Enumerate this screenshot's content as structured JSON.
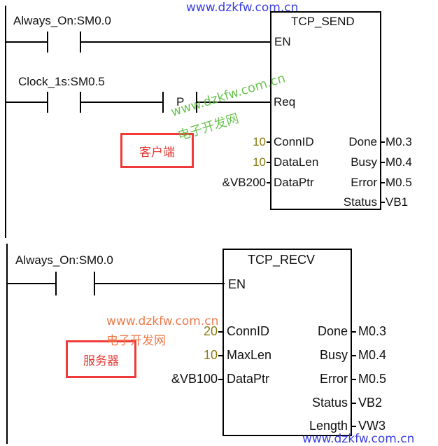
{
  "watermarks": {
    "url": "www.dzkfw.com.cn",
    "site_name": "电子开发网"
  },
  "network1": {
    "contact1_label": "Always_On:SM0.0",
    "contact2_label": "Clock_1s:SM0.5",
    "edge_contact": "P",
    "block": {
      "title": "TCP_SEND",
      "enable": "EN",
      "req": "Req",
      "inputs": [
        {
          "name": "ConnID",
          "value": "10"
        },
        {
          "name": "DataLen",
          "value": "10"
        },
        {
          "name": "DataPtr",
          "value": "&VB200"
        }
      ],
      "outputs": [
        {
          "name": "Done",
          "value": "M0.3"
        },
        {
          "name": "Busy",
          "value": "M0.4"
        },
        {
          "name": "Error",
          "value": "M0.5"
        },
        {
          "name": "Status",
          "value": "VB1"
        }
      ]
    },
    "annotation": "客户端"
  },
  "network2": {
    "contact1_label": "Always_On:SM0.0",
    "block": {
      "title": "TCP_RECV",
      "enable": "EN",
      "inputs": [
        {
          "name": "ConnID",
          "value": "20"
        },
        {
          "name": "MaxLen",
          "value": "10"
        },
        {
          "name": "DataPtr",
          "value": "&VB100"
        }
      ],
      "outputs": [
        {
          "name": "Done",
          "value": "M0.3"
        },
        {
          "name": "Busy",
          "value": "M0.4"
        },
        {
          "name": "Error",
          "value": "M0.5"
        },
        {
          "name": "Status",
          "value": "VB2"
        },
        {
          "name": "Length",
          "value": "VW3"
        }
      ]
    },
    "annotation": "服务器"
  },
  "colors": {
    "annotation_red": "#f03a3a",
    "constant_olive": "#8a7a12",
    "watermark_blue": "#3a3fe0",
    "watermark_green": "#5cbd3f",
    "watermark_orange": "#ee7a4a"
  }
}
